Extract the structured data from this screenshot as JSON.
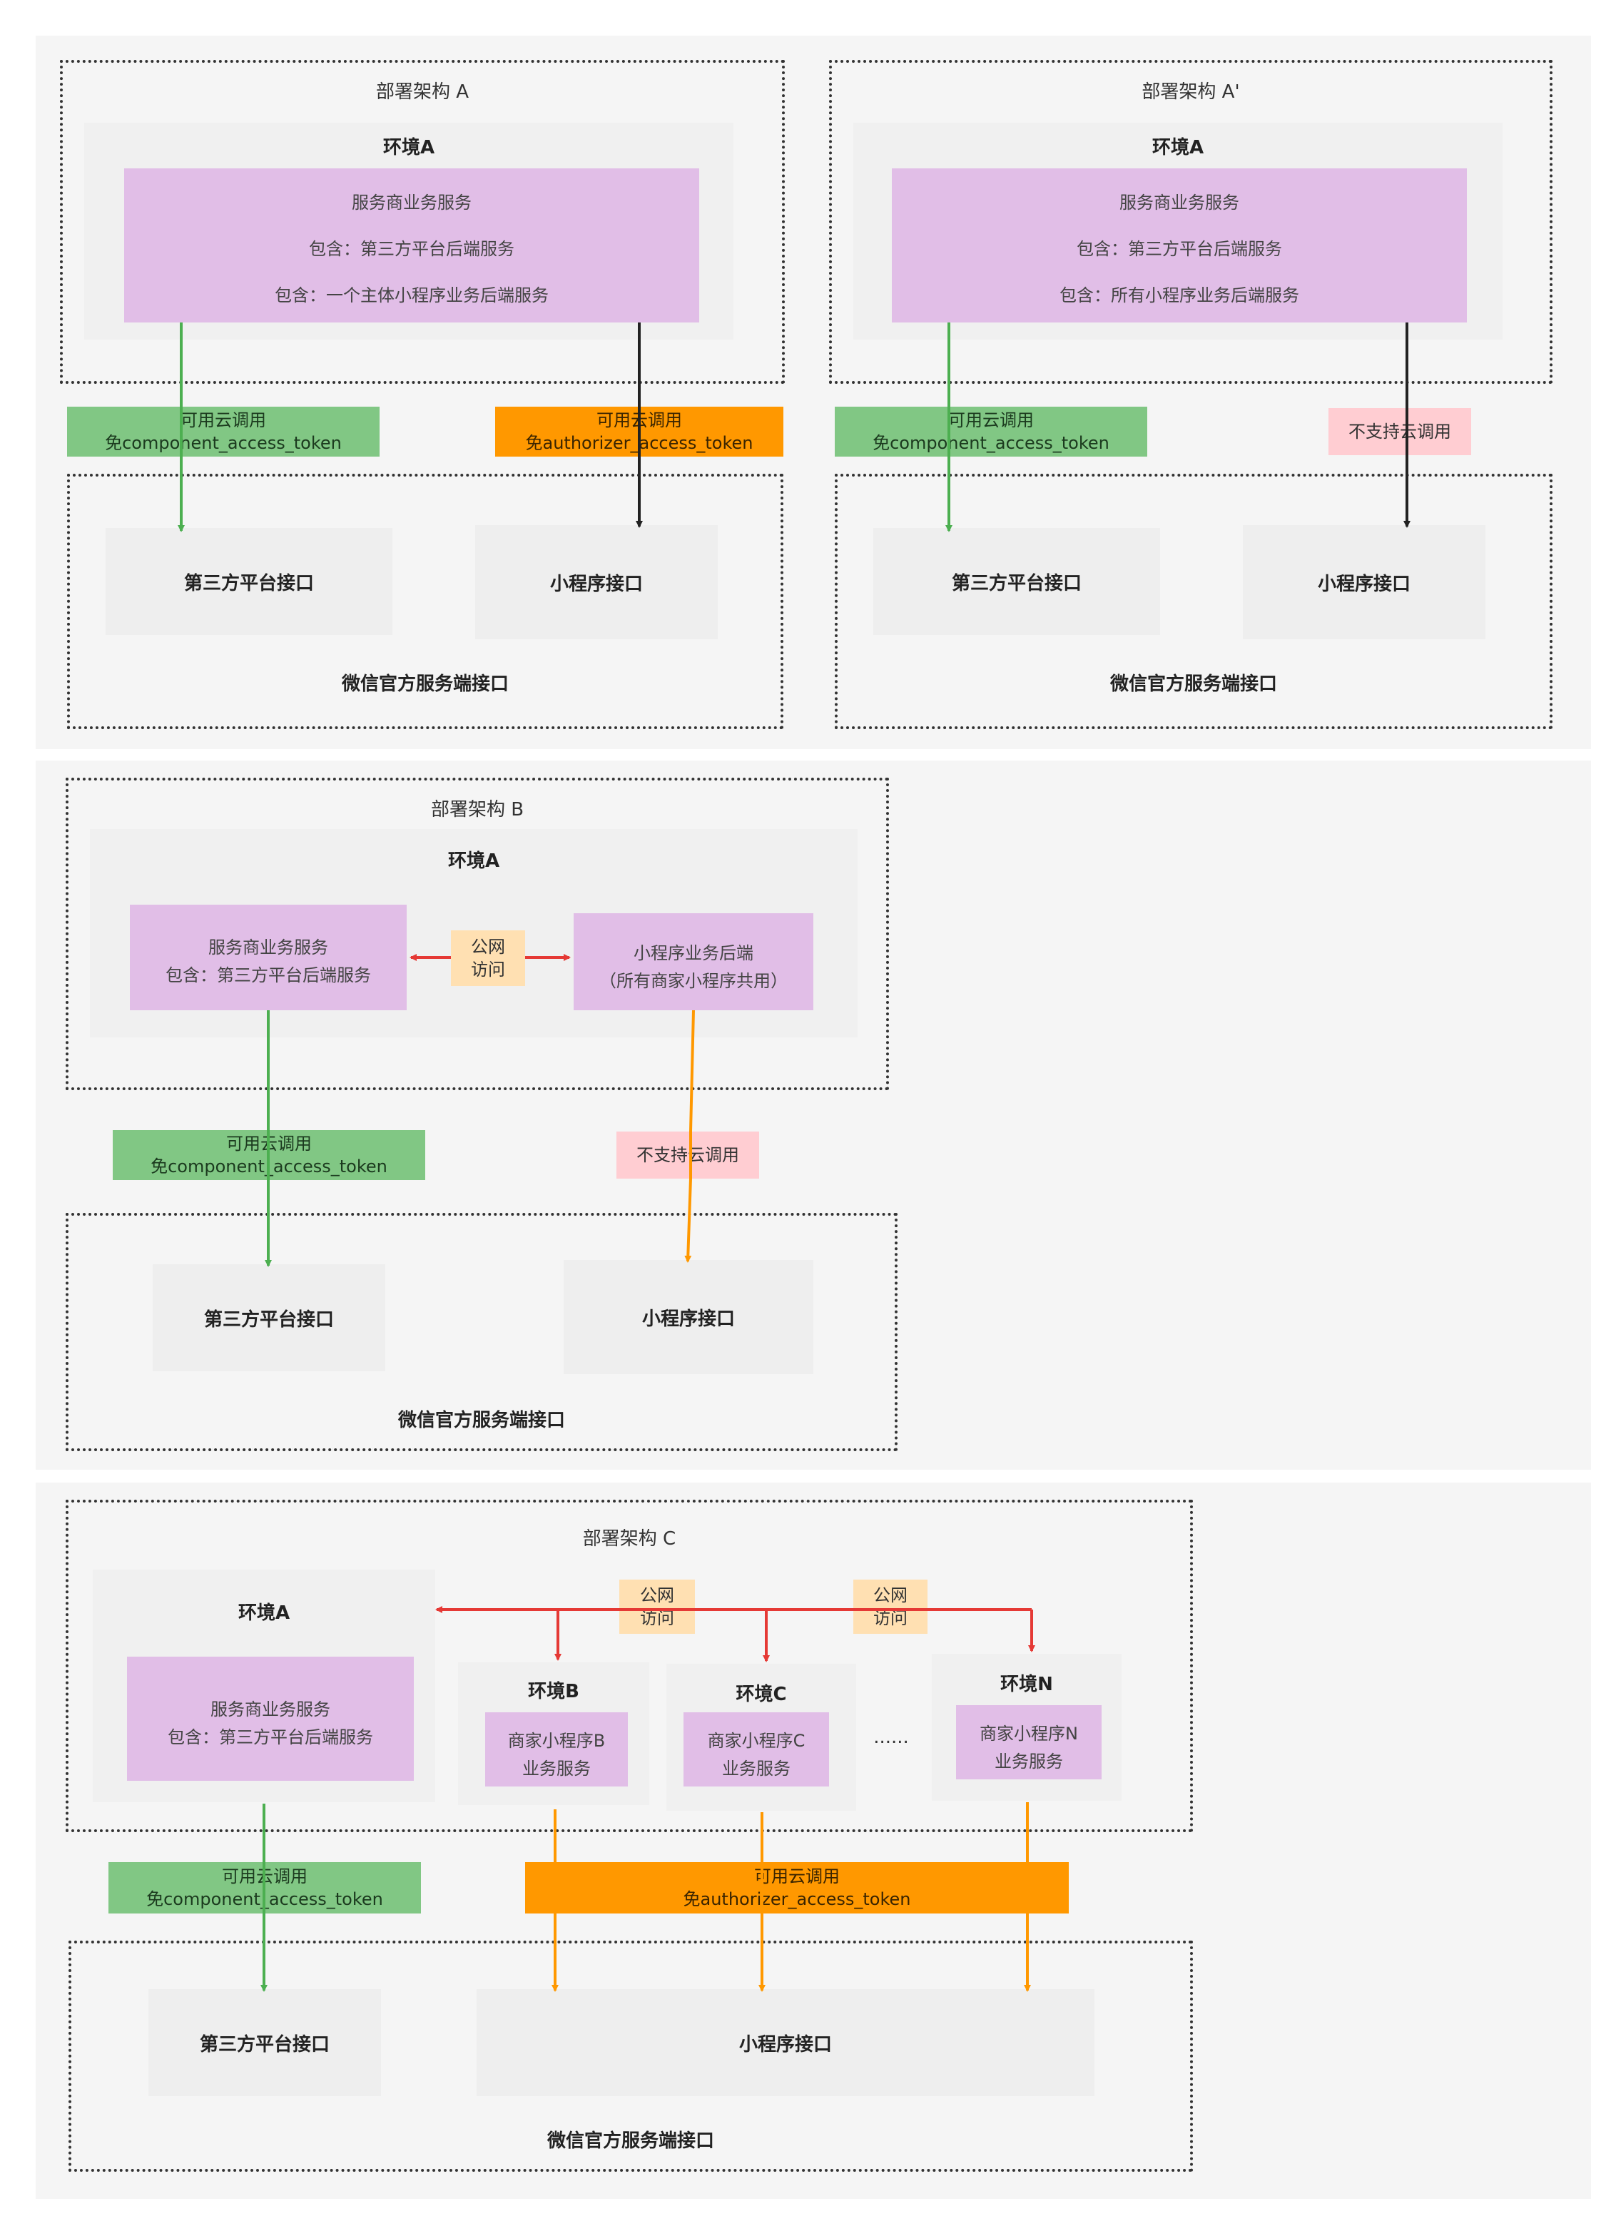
{
  "labels": {
    "arch_a": "部署架构 A",
    "arch_a2": "部署架构 A'",
    "arch_b": "部署架构 B",
    "arch_c": "部署架构 C",
    "env_a": "环境A",
    "env_b": "环境B",
    "env_c": "环境C",
    "env_n": "环境N",
    "svc": "服务商业务服务",
    "svc_contains_third": "包含：第三方平台后端服务",
    "svc_contains_one": "包含：一个主体小程序业务后端服务",
    "svc_contains_all": "包含：所有小程序业务后端服务",
    "mini_backend_l1": "小程序业务后端",
    "mini_backend_l2": "（所有商家小程序共用）",
    "merchant_b_l1": "商家小程序B",
    "merchant_c_l1": "商家小程序C",
    "merchant_n_l1": "商家小程序N",
    "biz_service": "业务服务",
    "ellipsis": "......",
    "third_api": "第三方平台接口",
    "mini_api": "小程序接口",
    "wechat_api": "微信官方服务端接口",
    "cloud_ok": "可用云调用",
    "no_comp_token": "免component_access_token",
    "no_auth_token": "免authorizer_access_token",
    "cloud_no": "不支持云调用",
    "public_l1": "公网",
    "public_l2": "访问"
  },
  "colors": {
    "green": "#4caf50",
    "orange": "#ff9800",
    "red": "#e53935",
    "black": "#222222",
    "purple": "#e1bee7"
  }
}
